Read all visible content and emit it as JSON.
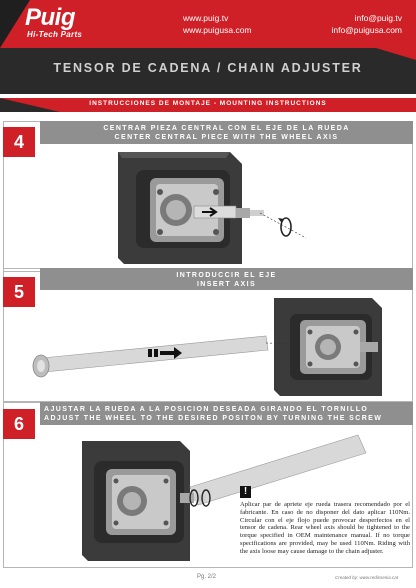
{
  "header": {
    "logo": "Puig",
    "logo_sub": "Hi-Tech Parts",
    "web_left": [
      "www.puig.tv",
      "www.puigusa.com"
    ],
    "web_right": [
      "info@puig.tv",
      "info@puigusa.com"
    ]
  },
  "title": "TENSOR DE CADENA / CHAIN ADJUSTER",
  "instructions_band": "INSTRUCCIONES DE MONTAJE - MOUNTING INSTRUCTIONS",
  "steps": [
    {
      "number": "4",
      "line1": "CENTRAR PIEZA CENTRAL CON EL EJE DE LA RUEDA",
      "line2": "CENTER CENTRAL PIECE WITH THE WHEEL AXIS"
    },
    {
      "number": "5",
      "line1": "INTRODUCCIR EL EJE",
      "line2": "INSERT AXIS"
    },
    {
      "number": "6",
      "line1": "AJUSTAR LA RUEDA A LA POSICION DESEADA GIRANDO EL TORNILLO",
      "line2": "ADJUST THE WHEEL TO THE DESIRED POSITON BY TURNING THE SCREW"
    }
  ],
  "warning": {
    "icon": "!",
    "text": "Aplicar par de apriete eje rueda trasera recomendado por el fabricante. En caso de no disponer del dato aplicar 110Nm. Circular con el eje flojo puede provocar desperfectos en el tensor de cadena. Rear wheel axis should be tightened to the torque specified in OEM maintenance manual. If no torque specifications are provided, may be used 110Nm. Riding with the axis loose may cause damage to the chain adjuster."
  },
  "footer": {
    "page": "Pg. 2/2",
    "credit": "Created by: www.redissenia.cat"
  },
  "colors": {
    "brand_red": "#cf1f27",
    "dark": "#2a2a2a",
    "grey_head": "#8f8f8f"
  }
}
